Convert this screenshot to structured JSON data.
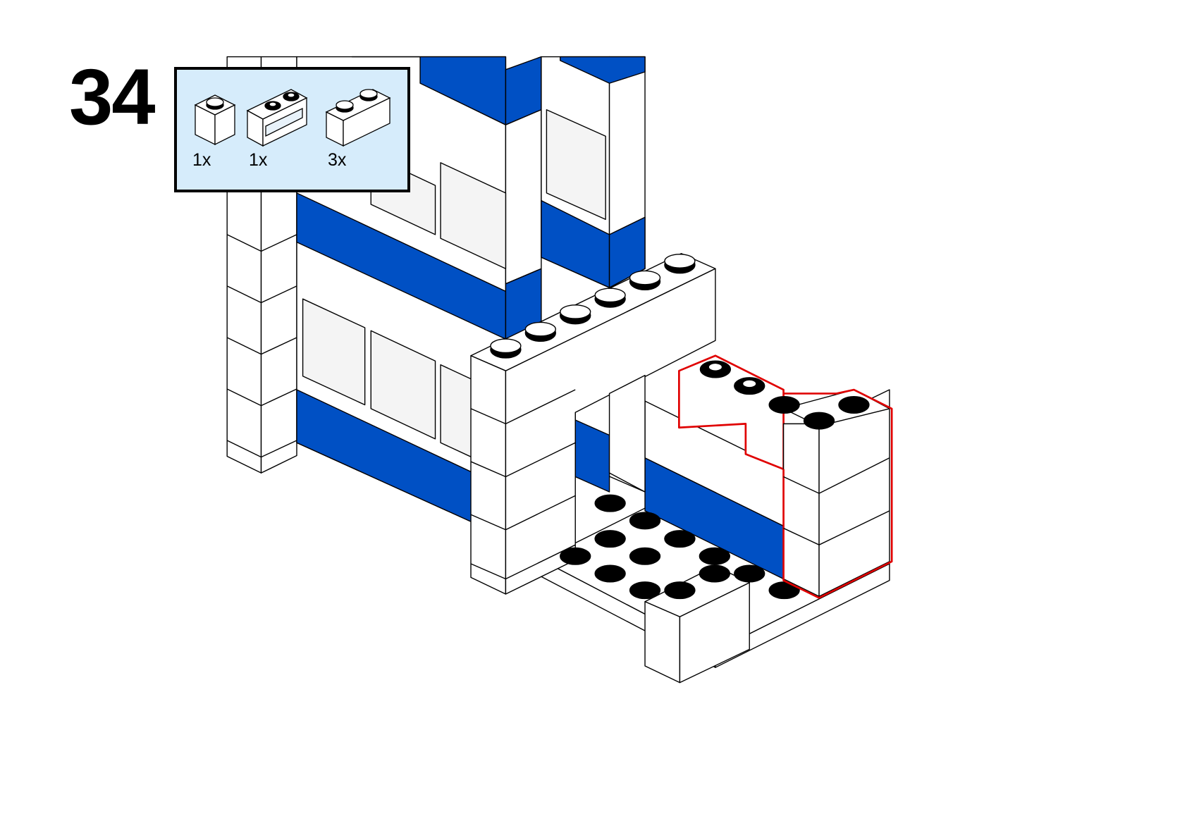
{
  "step": {
    "number": "34"
  },
  "parts_list": [
    {
      "part": "brick-1x1",
      "color": "white",
      "quantity": "1x"
    },
    {
      "part": "brick-1x2-with-window",
      "color": "white",
      "quantity": "1x"
    },
    {
      "part": "brick-1x2",
      "color": "white",
      "quantity": "3x"
    }
  ],
  "colors": {
    "blue": "#0050c4",
    "highlight": "#e00000",
    "callout_bg": "#d6ecfb"
  }
}
